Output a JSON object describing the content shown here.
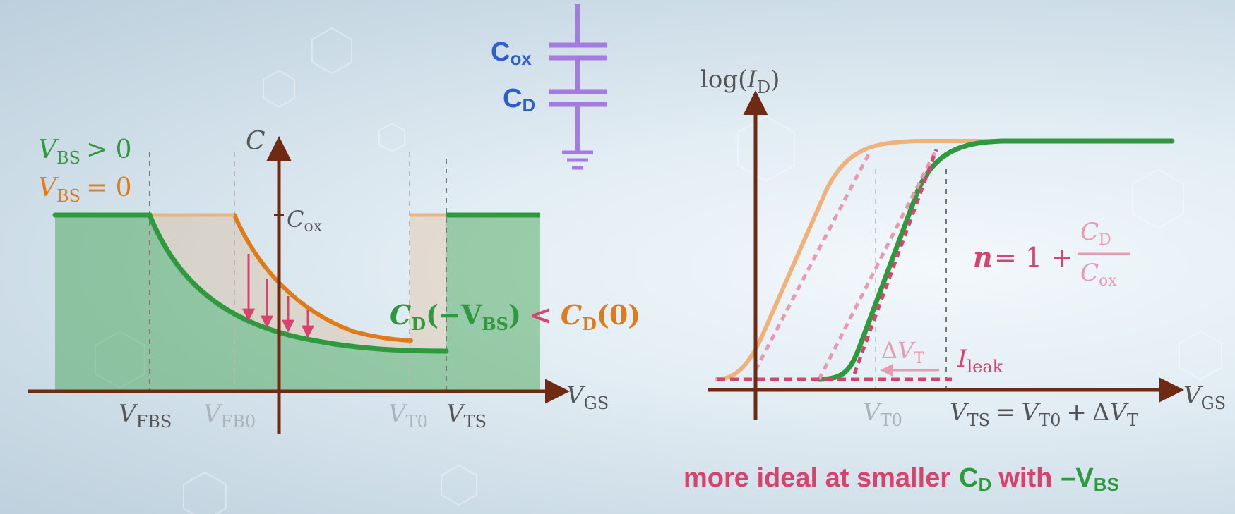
{
  "colors": {
    "green": "#2f9a3d",
    "orange": "#e07b1a",
    "orange_light": "#f0b27a",
    "pink": "#d8436e",
    "pink_light": "#e89ab0",
    "axis": "#6e2a12",
    "blue": "#2f5fcf",
    "purple": "#a47be0",
    "gray_text": "#555555",
    "light_gray_text": "#a9b3bb"
  },
  "capacitor": {
    "cox_main": "C",
    "cox_sub": "ox",
    "cd_main": "C",
    "cd_sub": "D"
  },
  "left": {
    "legend": {
      "vbs_pos": {
        "v": "V",
        "sub": "BS",
        "rel": "> 0"
      },
      "vbs_zero": {
        "v": "V",
        "sub": "BS",
        "rel": "= 0"
      }
    },
    "y_axis_label": "C",
    "cox_tick": {
      "main": "C",
      "sub": "ox"
    },
    "x_axis_label": {
      "main": "V",
      "sub": "GS"
    },
    "x_ticks": [
      {
        "main": "V",
        "sub": "FBS"
      },
      {
        "main": "V",
        "sub": "FB0"
      },
      {
        "main": "V",
        "sub": "T0"
      },
      {
        "main": "V",
        "sub": "TS"
      }
    ],
    "comparison": {
      "lhs_c": "C",
      "lhs_sub": "D",
      "lhs_arg": "(−V",
      "lhs_arg_sub": "BS",
      "lhs_close": ")",
      "op": "<",
      "rhs_c": "C",
      "rhs_sub": "D",
      "rhs_arg": "(0)"
    }
  },
  "right": {
    "y_axis_label": {
      "pre": "log(",
      "main": "I",
      "sub": "D",
      "post": ")"
    },
    "x_axis_label": {
      "main": "V",
      "sub": "GS"
    },
    "formula": {
      "lhs": "n",
      "eq": "= 1 +",
      "num_main": "C",
      "num_sub": "D",
      "den_main": "C",
      "den_sub": "ox"
    },
    "delta_vt": {
      "delta": "Δ",
      "main": "V",
      "sub": "T"
    },
    "ileak": {
      "main": "I",
      "sub": "leak"
    },
    "vt0": {
      "main": "V",
      "sub": "T0"
    },
    "vts_eq": {
      "main": "V",
      "sub": "TS",
      "eq": "=",
      "t0_main": "V",
      "t0_sub": "T0",
      "plus": "+",
      "d": "Δ",
      "dt_main": "V",
      "dt_sub": "T"
    }
  },
  "caption": {
    "pre": "more ideal at smaller",
    "cd_main": "C",
    "cd_sub": "D",
    "mid": "with",
    "vbs_main": "–V",
    "vbs_sub": "BS"
  }
}
